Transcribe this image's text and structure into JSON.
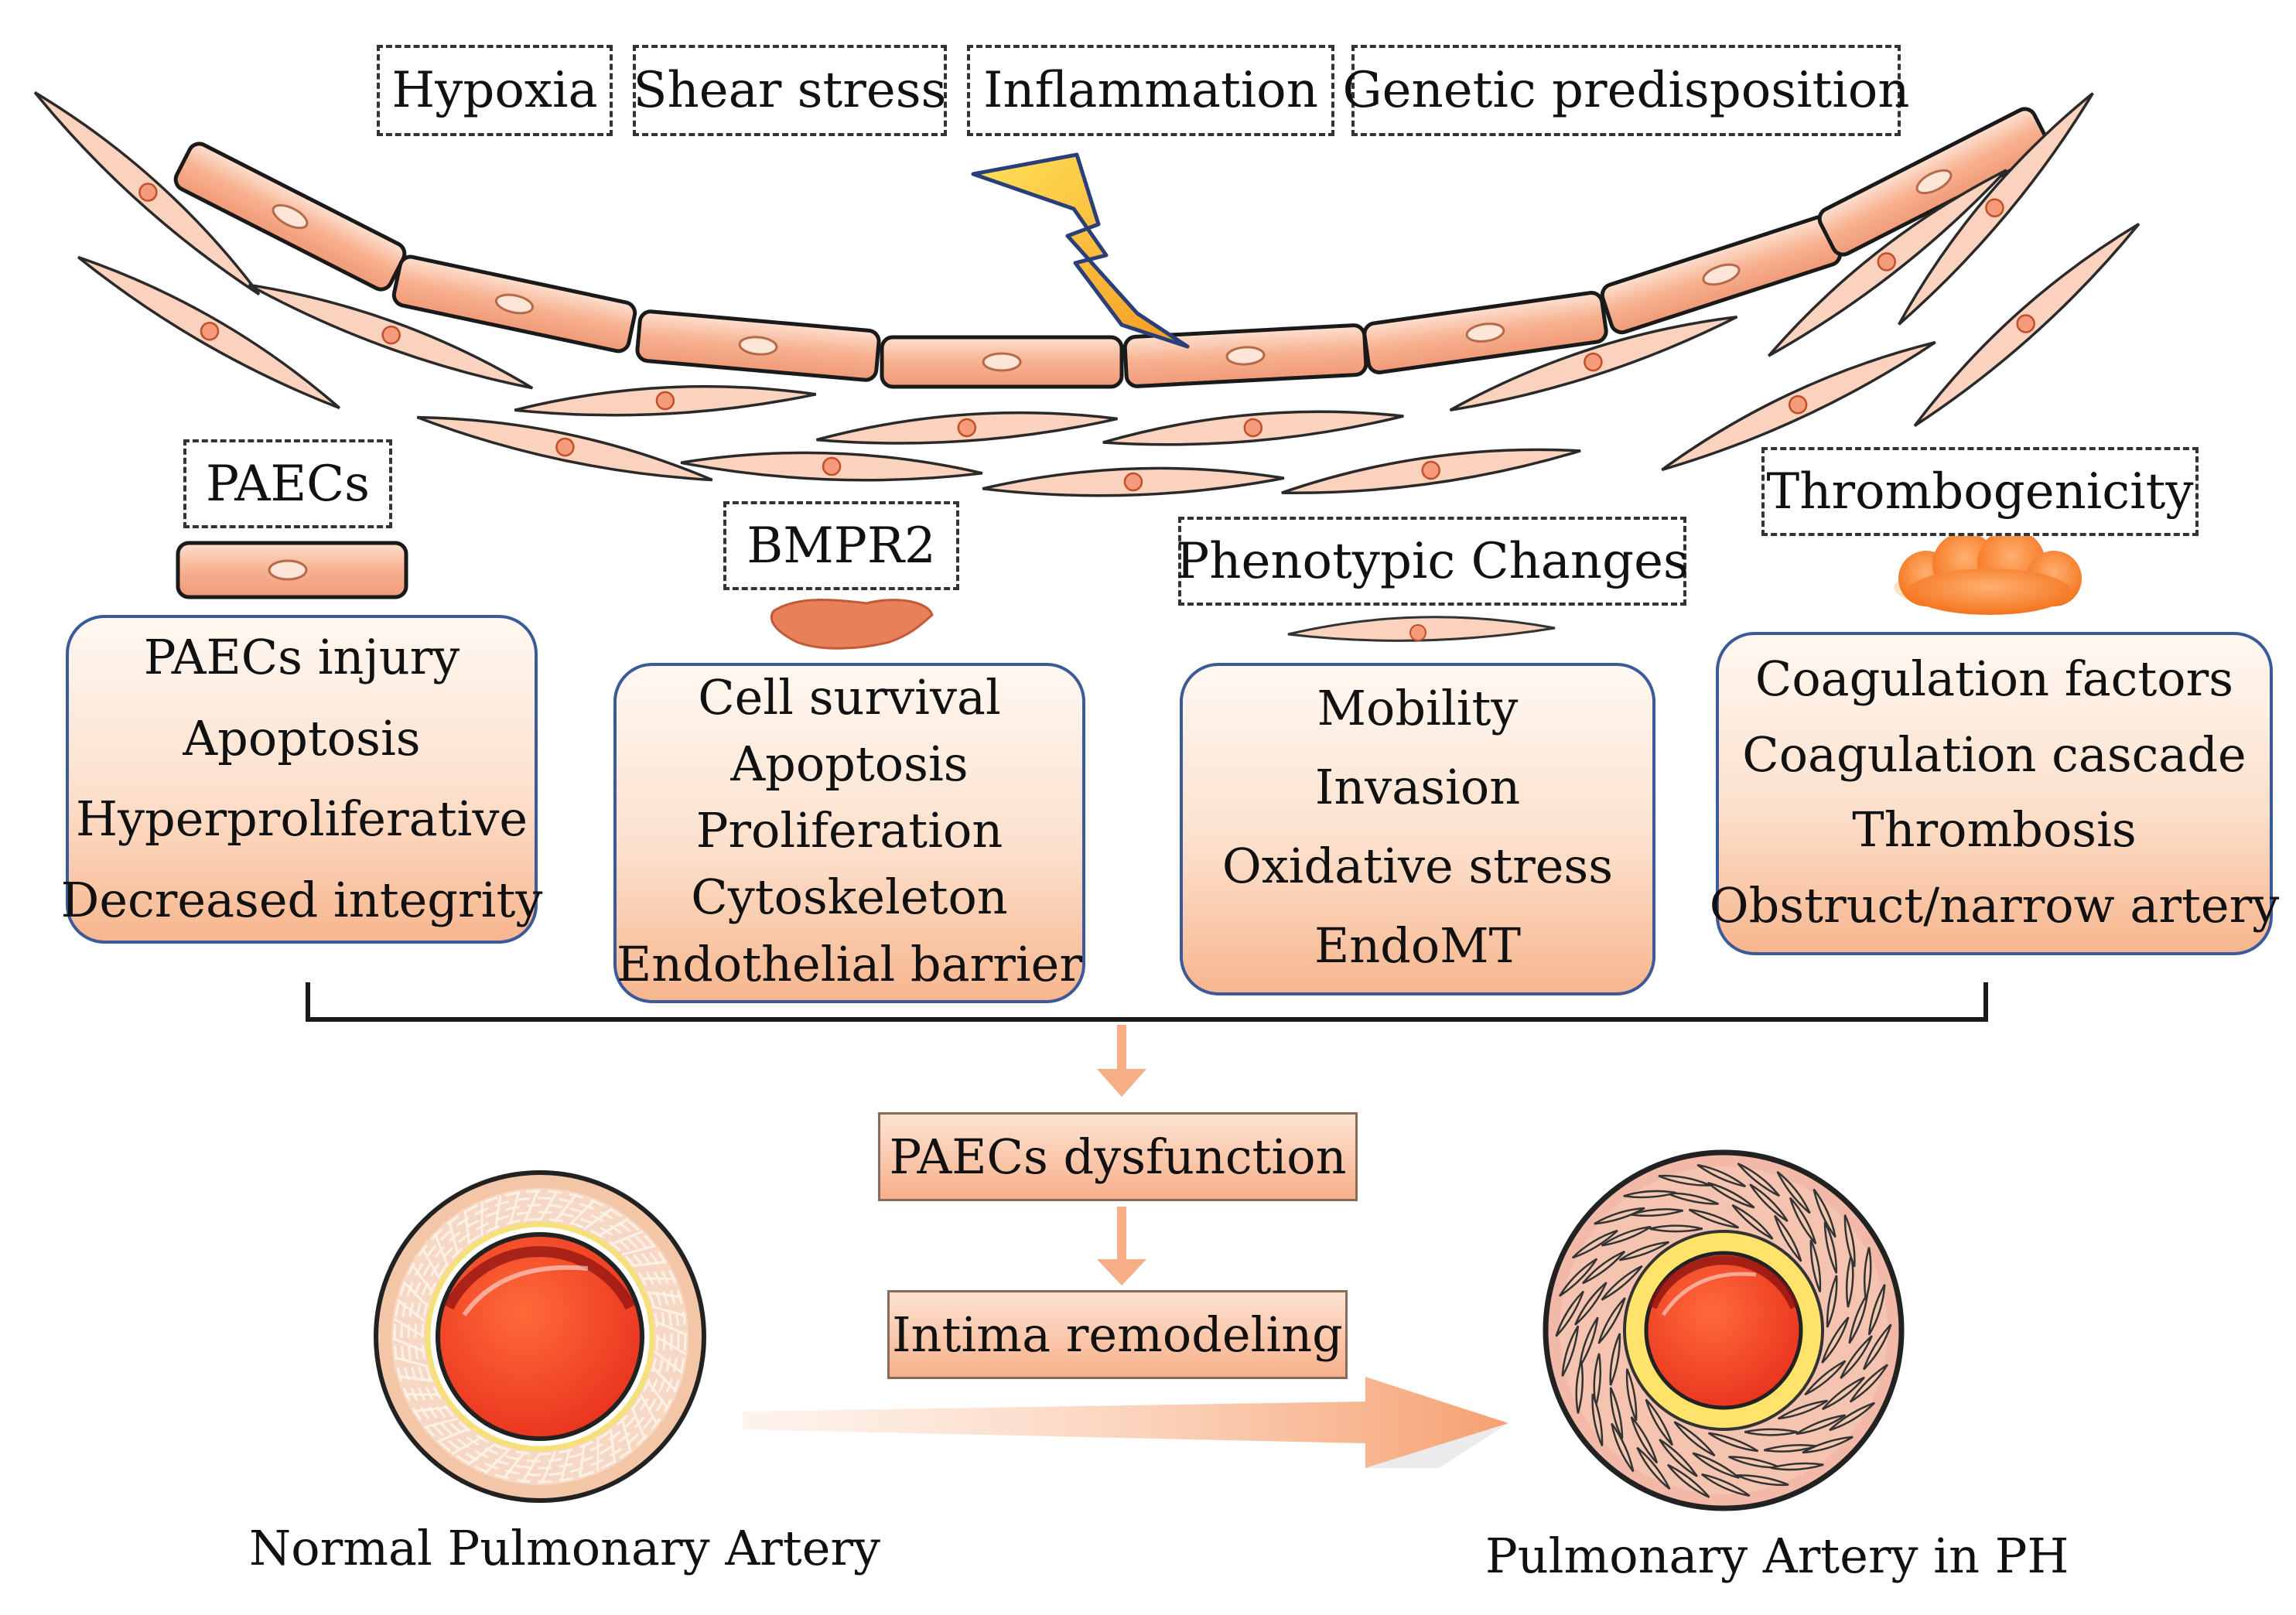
{
  "triggers": [
    "Hypoxia",
    "Shear stress",
    "Inflammation",
    "Genetic predisposition"
  ],
  "categories": {
    "paecs": "PAECs",
    "bmpr2": "BMPR2",
    "phenotypic": "Phenotypic Changes",
    "thrombo": "Thrombogenicity"
  },
  "panels": {
    "paecs": [
      "PAECs injury",
      "Apoptosis",
      "Hyperproliferative",
      "Decreased integrity"
    ],
    "bmpr2": [
      "Cell survival",
      "Apoptosis",
      "Proliferation",
      "Cytoskeleton",
      "Endothelial barrier"
    ],
    "phenotypic": [
      "Mobility",
      "Invasion",
      "Oxidative stress",
      "EndoMT"
    ],
    "thrombo": [
      "Coagulation factors",
      "Coagulation cascade",
      "Thrombosis",
      "Obstruct/narrow artery"
    ]
  },
  "steps": [
    "PAECs dysfunction",
    "Intima remodeling"
  ],
  "captions": {
    "normal": "Normal Pulmonary Artery",
    "ph": "Pulmonary Artery in PH"
  },
  "colors": {
    "cell_fill": "#f9c1a6",
    "cell_stroke": "#1a1a1a",
    "panel_border": "#3a5a9a",
    "arrow": "#f6b48c",
    "lightning": "#fbb535",
    "lumen": "#f03c22",
    "cloud": "#f5781f"
  }
}
